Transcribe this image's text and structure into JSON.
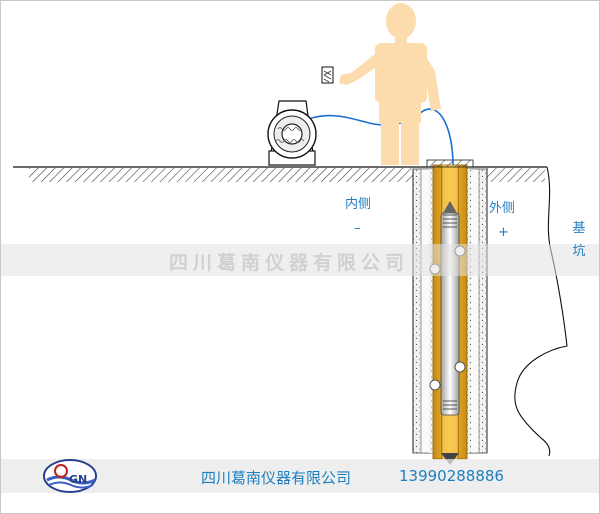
{
  "labels": {
    "inner_side": "内侧",
    "inner_sign": "–",
    "outer_side": "外侧",
    "outer_sign": "+",
    "pit_char1": "基",
    "pit_char2": "坑"
  },
  "watermark": {
    "company": "四川葛南仪器有限公司"
  },
  "footer": {
    "logo_text": "GN",
    "company": "四川葛南仪器有限公司",
    "phone": "13990288886"
  },
  "colors": {
    "person": "#fcdcac",
    "casing": "#e8a818",
    "cable": "#1a6fd0",
    "label": "#1e7fc0",
    "concrete": "#f0f0f0"
  }
}
